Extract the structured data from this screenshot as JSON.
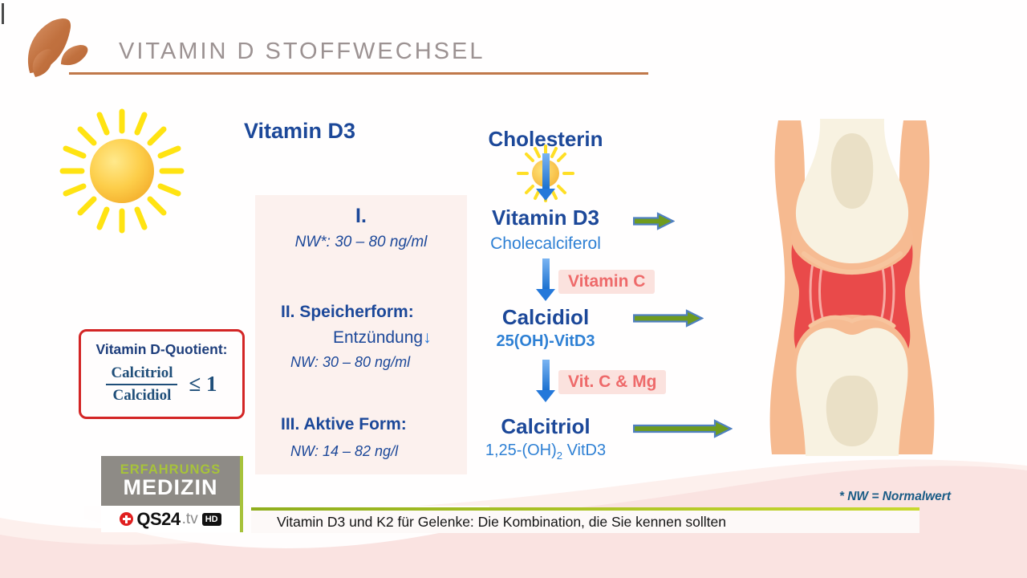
{
  "header": {
    "title": "VITAMIN D STOFFWECHSEL"
  },
  "left_panel": {
    "heading": "Vitamin D3",
    "info_box": {
      "section1": {
        "numeral": "I.",
        "nw": "NW*: 30 – 80 ng/ml"
      },
      "section2": {
        "label": "II. Speicherform:",
        "note": "Entzündung",
        "arrow": "↓",
        "nw": "NW: 30 – 80 ng/ml"
      },
      "section3": {
        "label": "III. Aktive Form:",
        "nw": "NW: 14 – 82 ng/l"
      }
    },
    "quotient_box": {
      "title": "Vitamin D-Quotient:",
      "numerator": "Calcitriol",
      "denominator": "Calcidiol",
      "relation": "≤ 1"
    }
  },
  "flow": {
    "cholesterin": "Cholesterin",
    "vitamin_d3": {
      "name": "Vitamin D3",
      "sub": "Cholecalciferol"
    },
    "step1_label": "Vitamin C",
    "calcidiol": {
      "name": "Calcidiol",
      "sub": "25(OH)-VitD3"
    },
    "step2_label": "Vit. C & Mg",
    "calcitriol": {
      "name": "Calcitriol",
      "sub_pre": "1,25-(OH)",
      "sub_sub": "2",
      "sub_post": " VitD3"
    }
  },
  "icons": {
    "sun_large": "sun-icon",
    "sun_small": "sun-icon",
    "knee": "knee-joint-illustration",
    "leaves": "leaf-logo"
  },
  "footer": {
    "footnote": "* NW = Normalwert",
    "caption": "Vitamin D3 und K2 für Gelenke: Die Kombination, die Sie kennen sollten"
  },
  "channel_logo": {
    "line1": "ERFAHRUNGS",
    "line2": "MEDIZIN",
    "name": "QS24",
    "suffix": ".tv",
    "hd": "HD"
  },
  "colors": {
    "accent_copper": "#c0784a",
    "heading_navy": "#1c4899",
    "light_blue": "#2e80d4",
    "coral": "#ee6a6a",
    "arrow_blue": "#2478da",
    "arrow_green": "#6f9b1e",
    "box_red": "#d32525",
    "logo_green": "#a7c23b",
    "bottom_pink": "#fae3e1"
  }
}
